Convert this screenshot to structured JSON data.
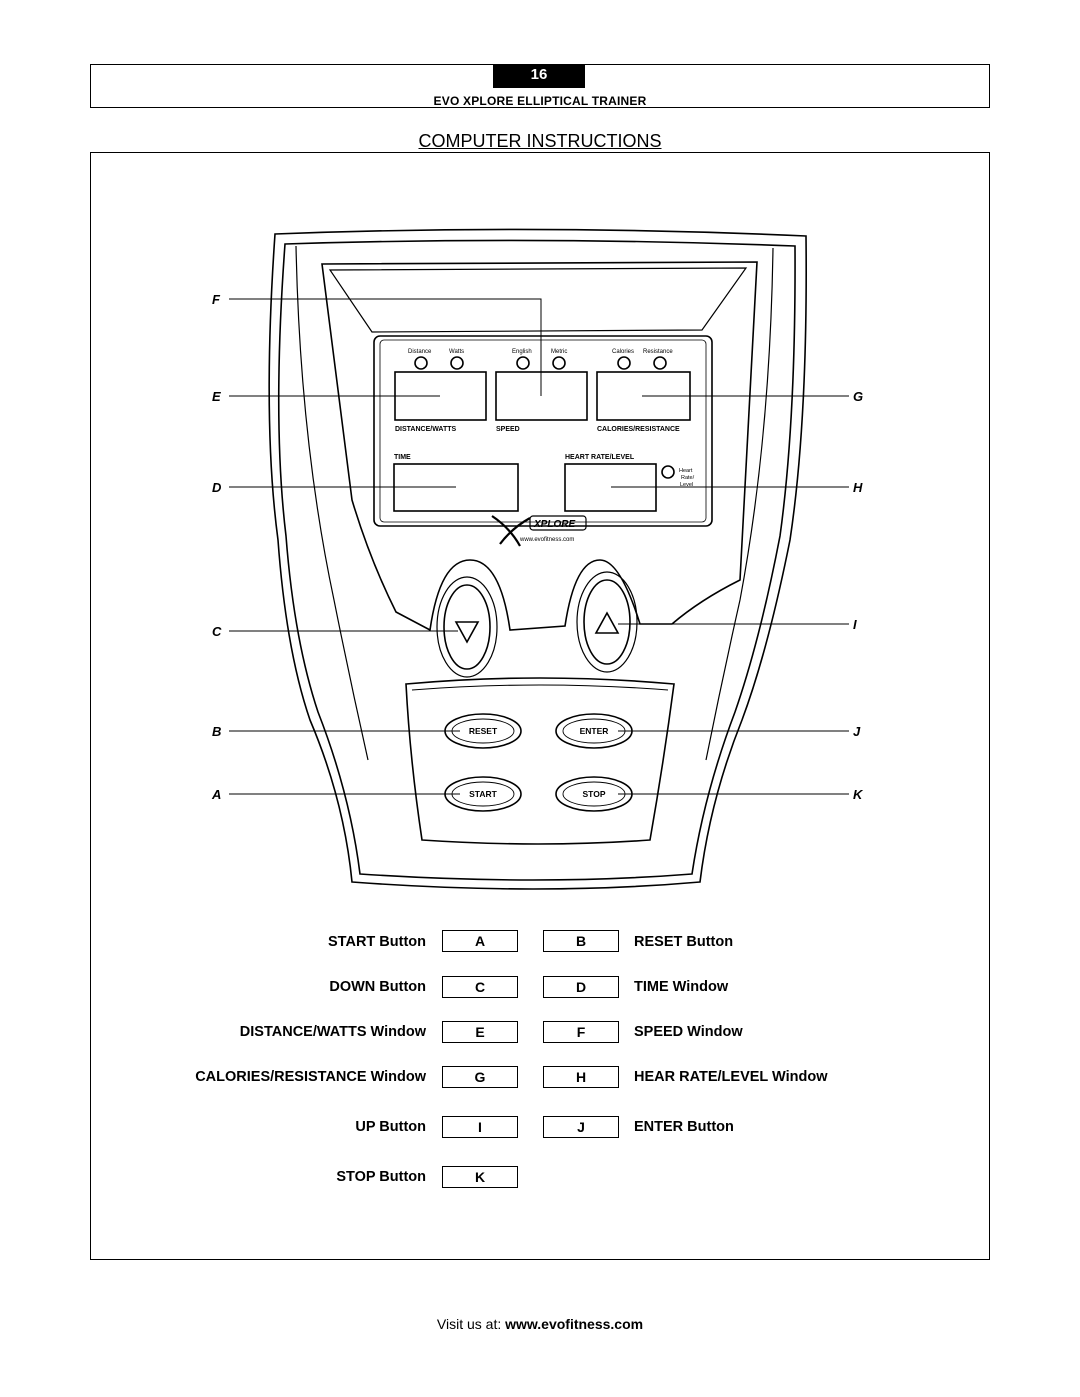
{
  "header": {
    "page_number": "16",
    "doc_title": "EVO XPLORE ELLIPTICAL TRAINER"
  },
  "section_title": "COMPUTER INSTRUCTIONS",
  "console": {
    "indicators_left": [
      "Distance",
      "Watts"
    ],
    "indicators_mid": [
      "English",
      "Metric"
    ],
    "indicators_right": [
      "Calories",
      "Resistance"
    ],
    "window_labels": {
      "distance_watts": "DISTANCE/WATTS",
      "speed": "SPEED",
      "calories_resistance": "CALORIES/RESISTANCE",
      "time": "TIME",
      "heart_rate_level": "HEART RATE/LEVEL"
    },
    "heart_indicator": [
      "Heart",
      "Rate/",
      "Level"
    ],
    "logo_text": "XPLORE",
    "website": "www.evofitness.com",
    "buttons": {
      "reset": "RESET",
      "enter": "ENTER",
      "start": "START",
      "stop": "STOP"
    }
  },
  "callouts": {
    "left": [
      "F",
      "E",
      "D",
      "C",
      "B",
      "A"
    ],
    "right": [
      "G",
      "H",
      "I",
      "J",
      "K"
    ]
  },
  "legend": {
    "left": [
      {
        "label": "START Button",
        "key": "A"
      },
      {
        "label": "DOWN Button",
        "key": "C"
      },
      {
        "label": "DISTANCE/WATTS Window",
        "key": "E"
      },
      {
        "label": "CALORIES/RESISTANCE Window",
        "key": "G"
      },
      {
        "label": "UP Button",
        "key": "I"
      },
      {
        "label": "STOP Button",
        "key": "K"
      }
    ],
    "right": [
      {
        "label": "RESET Button",
        "key": "B"
      },
      {
        "label": "TIME Window",
        "key": "D"
      },
      {
        "label": "SPEED Window",
        "key": "F"
      },
      {
        "label": "HEAR RATE/LEVEL Window",
        "key": "H"
      },
      {
        "label": "ENTER Button",
        "key": "J"
      }
    ]
  },
  "footer": {
    "prefix": "Visit us at: ",
    "url": "www.evofitness.com"
  }
}
